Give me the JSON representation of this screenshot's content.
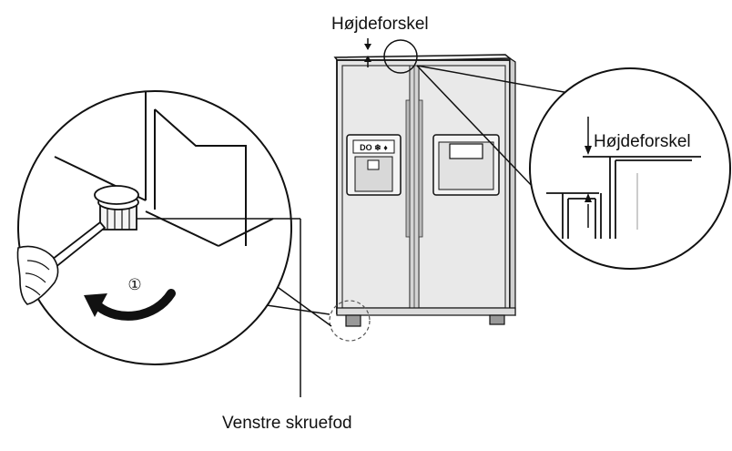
{
  "labels": {
    "height_difference_top": "Højdeforskel",
    "height_difference_zoom": "Højdeforskel",
    "left_screw_foot": "Venstre skruefod",
    "step_number": "①"
  },
  "colors": {
    "line": "#111111",
    "fridge_body": "#e6e6e6",
    "fridge_shade": "#cfcfcf",
    "background": "#ffffff"
  },
  "icons": {
    "rotation_arrow": "curved-arrow-counterclockwise-icon",
    "hand": "hand-holding-wrench-icon"
  }
}
